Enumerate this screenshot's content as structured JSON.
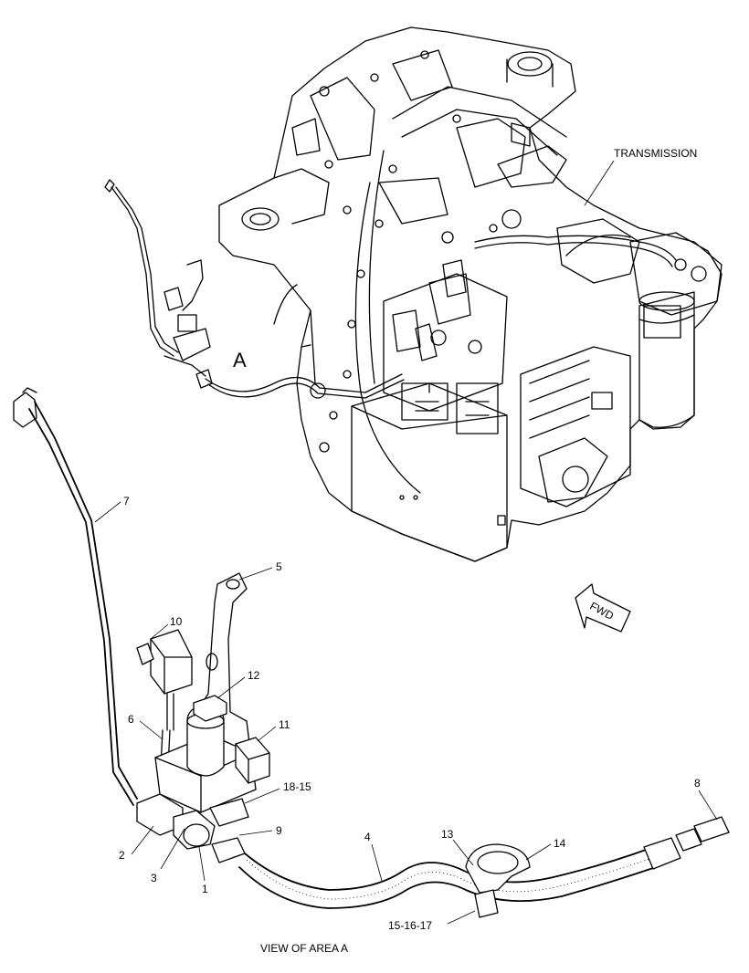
{
  "labels": {
    "transmission": "TRANSMISSION",
    "view_marker": "A",
    "fwd": "FWD",
    "view_caption": "VIEW OF AREA A",
    "callouts": {
      "c1": "1",
      "c2": "2",
      "c3": "3",
      "c4": "4",
      "c5": "5",
      "c6": "6",
      "c7": "7",
      "c8": "8",
      "c9": "9",
      "c10": "10",
      "c11": "11",
      "c12": "12",
      "c13": "13",
      "c14": "14",
      "c15_16_17": "15-16-17",
      "c18_15": "18-15"
    }
  }
}
